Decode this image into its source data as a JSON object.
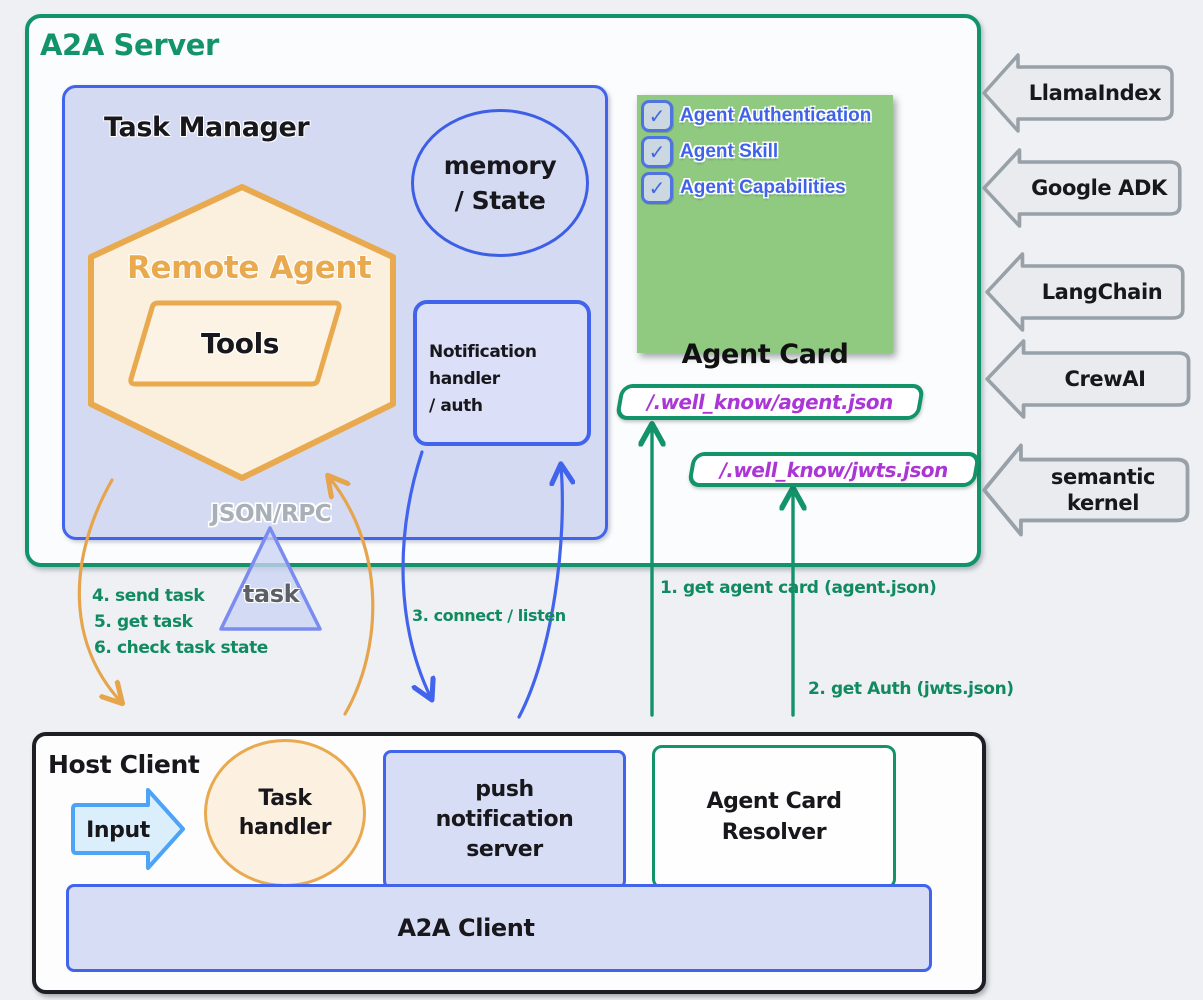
{
  "a2a_server": {
    "title": "A2A Server",
    "task_manager": {
      "title": "Task Manager",
      "memory_line1": "memory",
      "memory_line2": "/ State",
      "remote_agent_label": "Remote Agent",
      "tools_label": "Tools",
      "notification_handler": {
        "line1": "Notification",
        "line2": "handler",
        "line3": "/ auth"
      },
      "json_rpc_label": "JSON/RPC"
    },
    "agent_card": {
      "title": "Agent Card",
      "items": [
        {
          "label": "Agent Authentication",
          "checked": true
        },
        {
          "label": "Agent Skill",
          "checked": true
        },
        {
          "label": "Agent Capabilities",
          "checked": true
        }
      ]
    },
    "endpoints": [
      {
        "label": "/.well_know/agent.json"
      },
      {
        "label": "/.well_know/jwts.json"
      }
    ]
  },
  "frameworks": [
    {
      "label": "LlamaIndex"
    },
    {
      "label": "Google ADK"
    },
    {
      "label": "LangChain"
    },
    {
      "label": "CrewAI"
    },
    {
      "label": "semantic kernel"
    }
  ],
  "host_client": {
    "title": "Host Client",
    "input_label": "Input",
    "task_handler": {
      "line1": "Task",
      "line2": "handler"
    },
    "push_notification_server": {
      "line1": "push",
      "line2": "notification",
      "line3": "server"
    },
    "agent_card_resolver": {
      "line1": "Agent Card",
      "line2": "Resolver"
    },
    "a2a_client_label": "A2A Client"
  },
  "flow_labels": {
    "task_triangle": "task",
    "step4": "4. send task",
    "step5": "5. get task",
    "step6": "6. check task state",
    "connect": "3. connect / listen",
    "get_card": "1. get agent card (agent.json)",
    "get_auth": "2. get Auth (jwts.json)"
  },
  "icons": {
    "check": "✓"
  },
  "colors": {
    "green": "#12936a",
    "blue": "#4263eb",
    "orange": "#e9a94f",
    "purple": "#ab36d6",
    "agent_card_fill": "#8fca80",
    "panel_fill": "#d5daf3",
    "gray_arrow_fill": "#e9ebee"
  }
}
